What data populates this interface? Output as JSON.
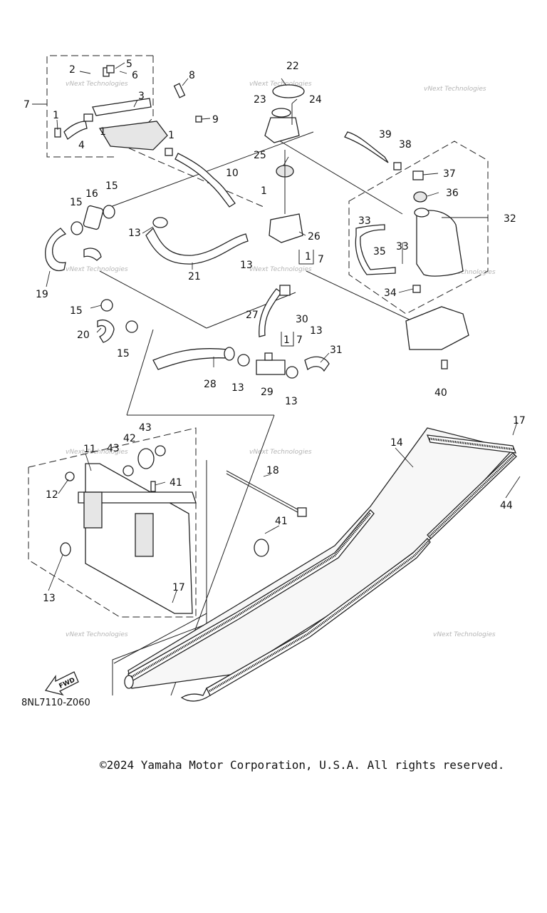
{
  "diagram": {
    "callouts": [
      "1",
      "2",
      "3",
      "4",
      "5",
      "6",
      "7",
      "8",
      "9",
      "10",
      "11",
      "12",
      "13",
      "14",
      "15",
      "16",
      "17",
      "18",
      "19",
      "20",
      "21",
      "22",
      "23",
      "24",
      "25",
      "26",
      "27",
      "28",
      "29",
      "30",
      "31",
      "32",
      "33",
      "34",
      "35",
      "36",
      "37",
      "38",
      "39",
      "40",
      "41",
      "42",
      "43",
      "44"
    ],
    "watermark": "vNext Technologies",
    "fwd_label": "FWD",
    "diagram_code": "8NL7110-Z060"
  },
  "footer": {
    "copyright": "©2024 Yamaha Motor Corporation, U.S.A. All rights reserved."
  }
}
